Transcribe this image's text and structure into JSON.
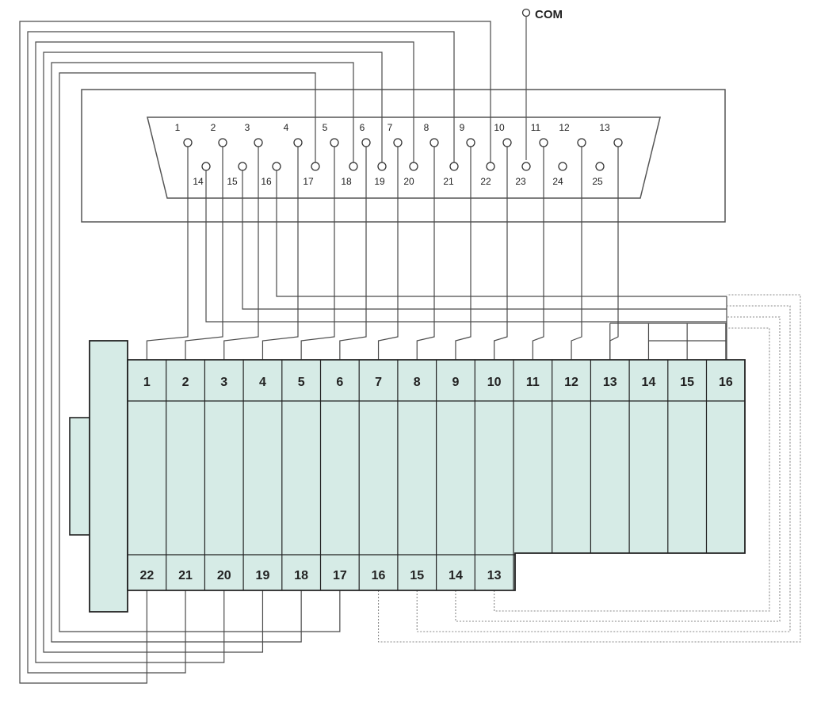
{
  "com_label": "COM",
  "db25": {
    "top_row": [
      "1",
      "2",
      "3",
      "4",
      "5",
      "6",
      "7",
      "8",
      "9",
      "10",
      "11",
      "12",
      "13"
    ],
    "bottom_row": [
      "14",
      "15",
      "16",
      "17",
      "18",
      "19",
      "20",
      "21",
      "22",
      "23",
      "24",
      "25"
    ]
  },
  "terminal_block": {
    "top_row": [
      "1",
      "2",
      "3",
      "4",
      "5",
      "6",
      "7",
      "8",
      "9",
      "10",
      "11",
      "12",
      "13",
      "14",
      "15",
      "16"
    ],
    "bottom_row": [
      "22",
      "21",
      "20",
      "19",
      "18",
      "17",
      "16",
      "15",
      "14",
      "13"
    ]
  },
  "colors": {
    "line": "#4a4a4a",
    "block_fill": "#d6ebe6",
    "block_stroke": "#222222",
    "dashed": "#888888"
  }
}
